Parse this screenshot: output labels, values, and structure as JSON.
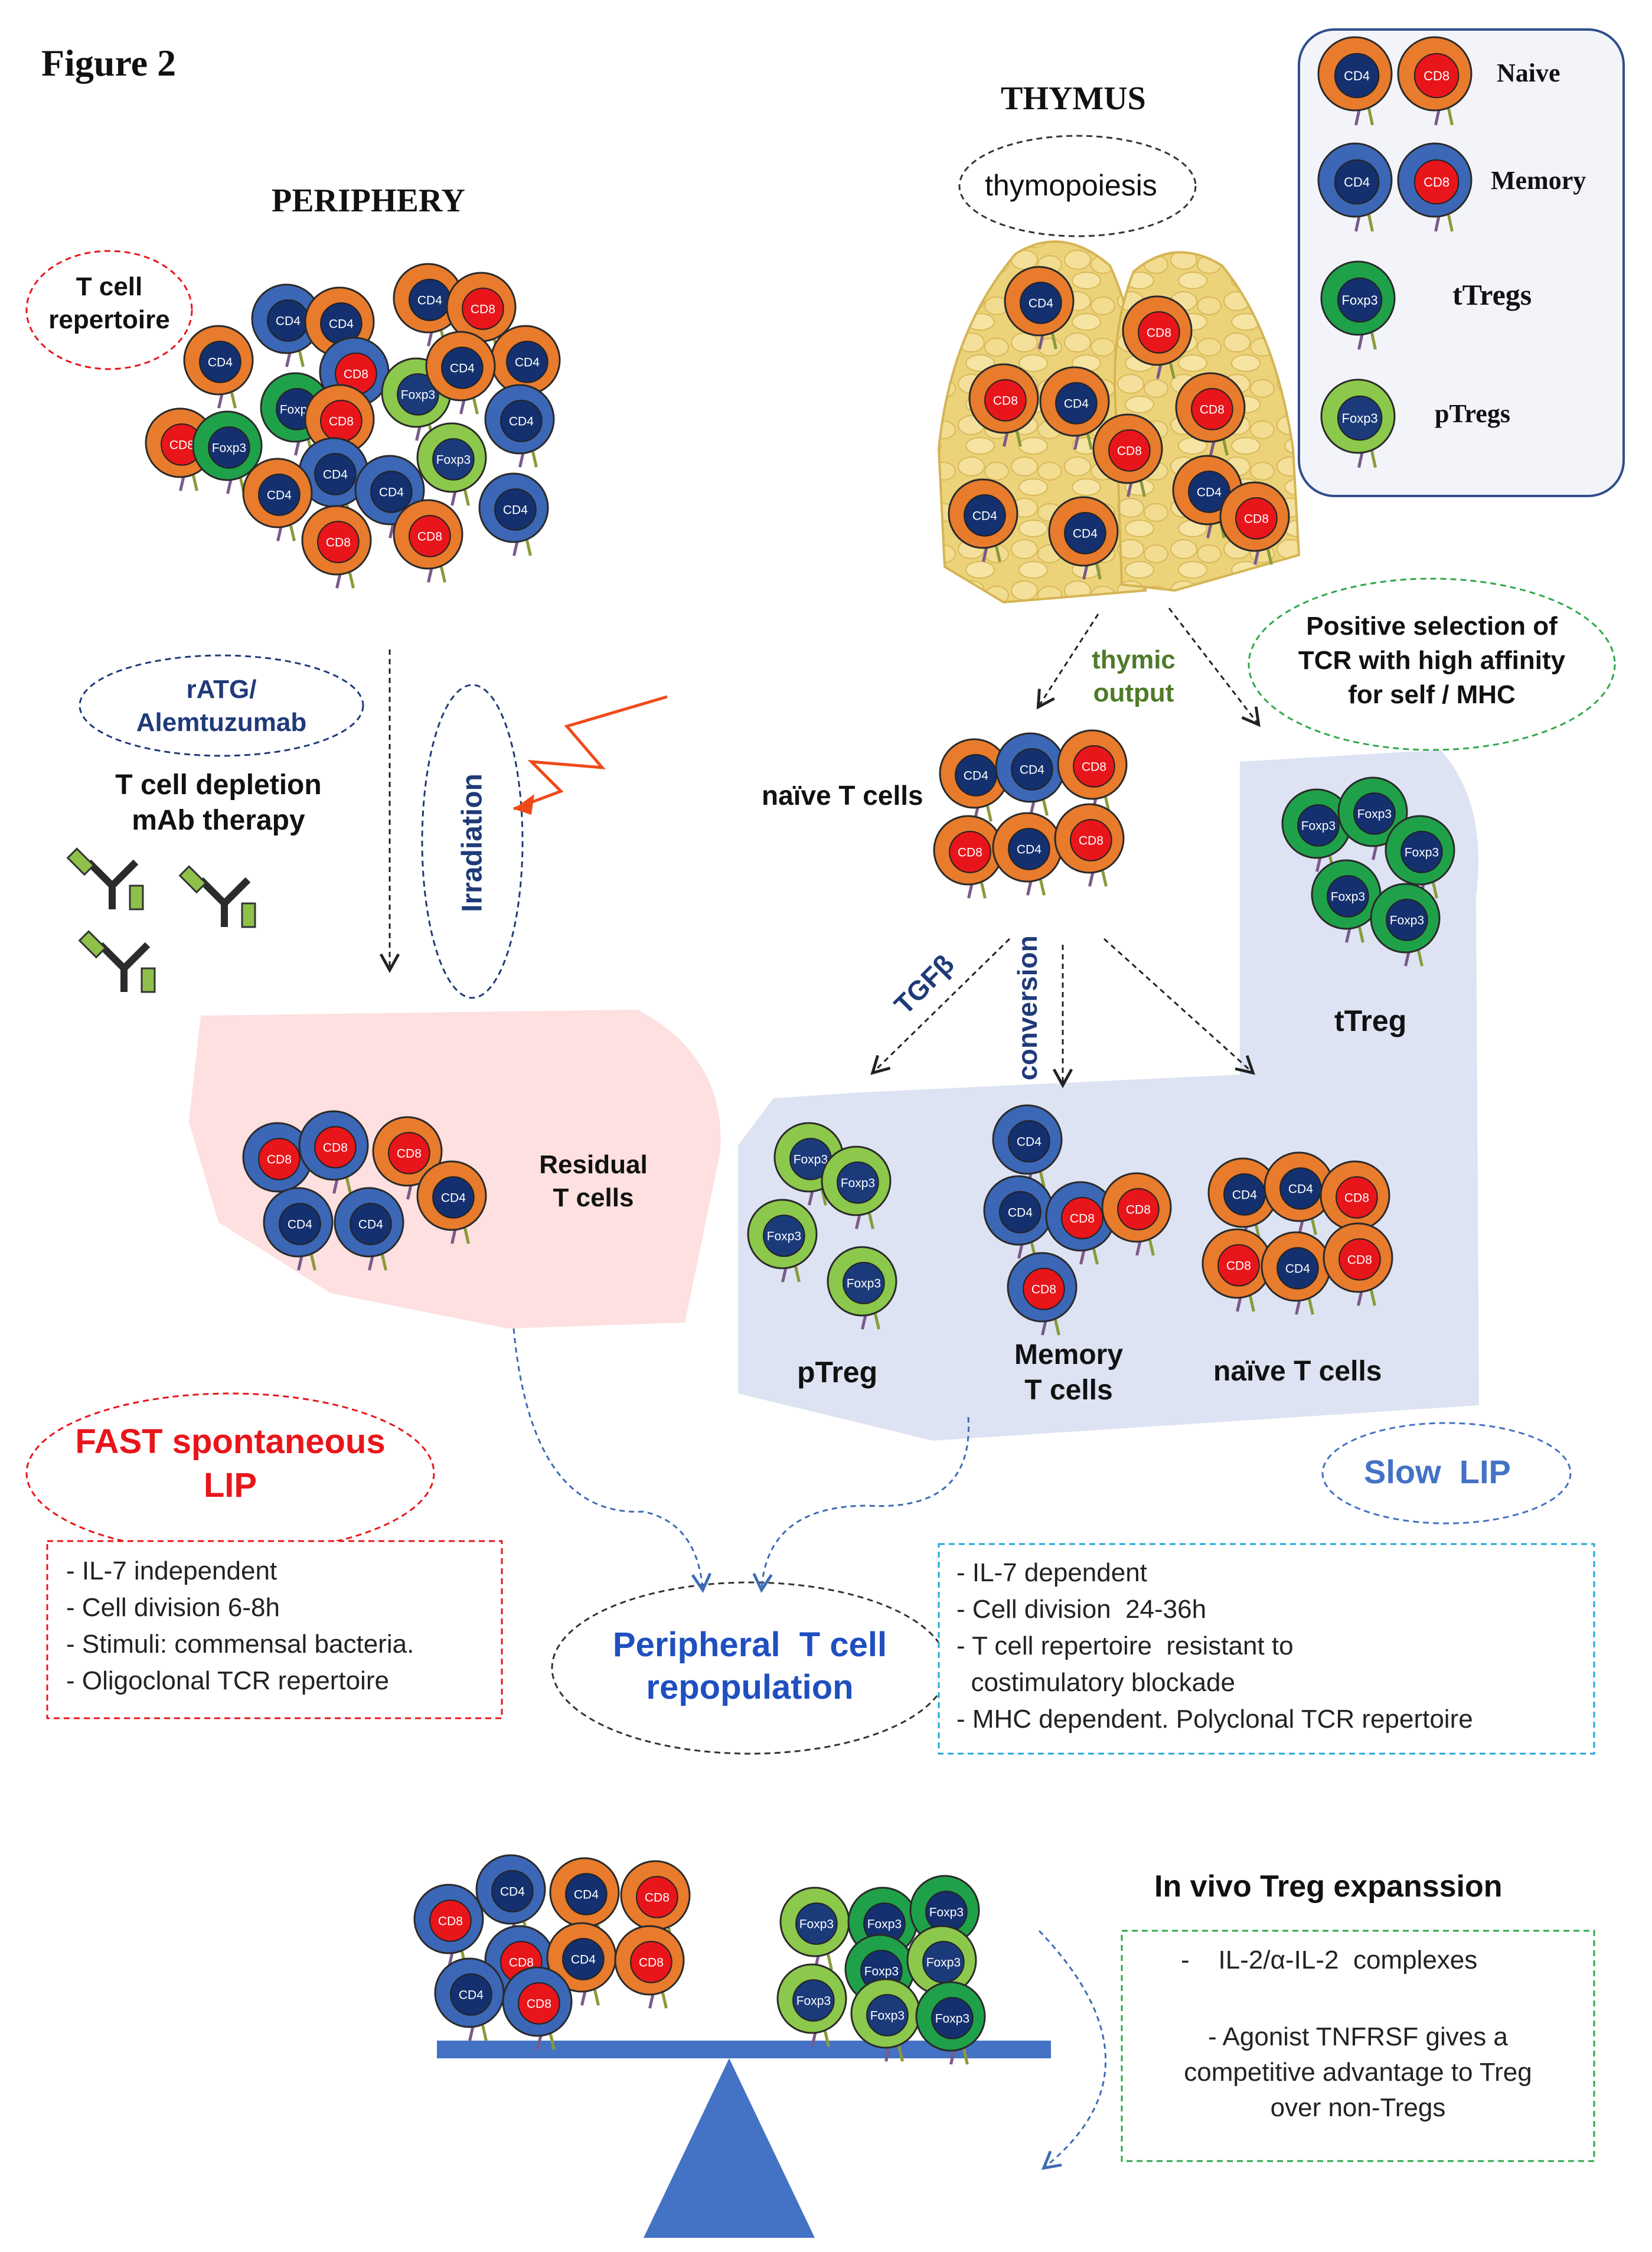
{
  "figure_label": "Figure 2",
  "regions": {
    "periphery": "PERIPHERY",
    "thymus": "THYMUS"
  },
  "cell_labels": {
    "cd4": "CD4",
    "cd8": "CD8",
    "foxp3": "Foxp3"
  },
  "legend": {
    "naive": "Naive",
    "memory": "Memory",
    "ttregs": "tTregs",
    "ptregs": "pTregs"
  },
  "periphery": {
    "repertoire_line1": "T cell",
    "repertoire_line2": "repertoire",
    "ratg_line1": "rATG/",
    "ratg_line2": "Alemtuzumab",
    "depletion_line1": "T cell depletion",
    "depletion_line2": "mAb therapy",
    "irradiation": "Irradiation",
    "residual_line1": "Residual",
    "residual_line2": "T cells"
  },
  "thymus": {
    "thymopoiesis": "thymopoiesis",
    "thymic_output_line1": "thymic",
    "thymic_output_line2": "output",
    "positive_selection_line1": "Positive selection of",
    "positive_selection_line2": "TCR with high affinity",
    "positive_selection_line3": "for self / MHC",
    "naive_t_cells": "naïve T cells",
    "tgfb": "TGFβ",
    "conversion": "conversion",
    "ttreg": "tTreg",
    "ptreg": "pTreg",
    "memory_line1": "Memory",
    "memory_line2": "T cells",
    "naive_lower": "naïve T cells"
  },
  "fast_lip": {
    "title_line1": "FAST spontaneous",
    "title_line2": "LIP",
    "items": [
      "- IL-7 independent",
      "- Cell division  6-8h",
      "- Stimuli: commensal bacteria.",
      "- Oligoclonal TCR repertoire"
    ]
  },
  "slow_lip": {
    "title": "Slow  LIP",
    "items": [
      "- IL-7 dependent",
      "- Cell division  24-36h",
      "- T cell repertoire  resistant to",
      "  costimulatory blockade",
      "- MHC dependent. Polyclonal TCR repertoire"
    ]
  },
  "repopulation": {
    "line1": "Peripheral  T cell",
    "line2": "repopulation"
  },
  "treg_expansion": {
    "title": "In vivo Treg expanssion",
    "item1": "-    IL-2/α-IL-2  complexes",
    "item2_line1": "-  Agonist TNFRSF gives a",
    "item2_line2": "competitive advantage to Treg",
    "item2_line3": "over non-Tregs"
  },
  "colors": {
    "naive_outer": "#e87b2c",
    "memory_outer": "#3b67b6",
    "ttreg_outer": "#1fa14a",
    "ptreg_outer": "#8cc84b",
    "nucleus_cd4": "#14306e",
    "nucleus_cd8": "#e8151b",
    "ptreg_inner": "#1a3a7a",
    "depletion_area": "#fde0df",
    "lip_area": "#dde3f2",
    "thymus": "#ecd37a",
    "fast_red": "#e8151b",
    "slow_blue": "#4472c4",
    "repop_blue": "#1f4fc0",
    "ratg_blue": "#1f3a78",
    "thymic_green": "#4f7a28",
    "seesaw": "#4472c4"
  }
}
